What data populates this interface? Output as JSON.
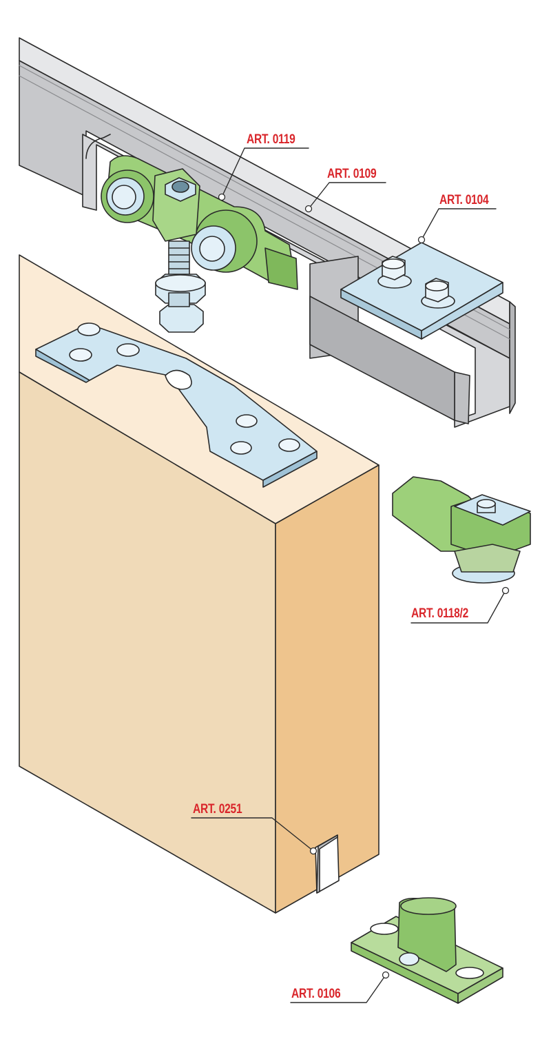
{
  "labels": {
    "art_0119": "ART. 0119",
    "art_0109": "ART. 0109",
    "art_0104": "ART. 0104",
    "art_0118_2": "ART. 0118/2",
    "art_0251": "ART. 0251",
    "art_0106": "ART. 0106"
  },
  "colors": {
    "label_red": "#d9262b",
    "rail_grey": "#c8c9cc",
    "door_light": "#f2dcb8",
    "door_side": "#eec48d",
    "part_green": "#9dd07a",
    "steel_blue": "#cfe6f2"
  }
}
